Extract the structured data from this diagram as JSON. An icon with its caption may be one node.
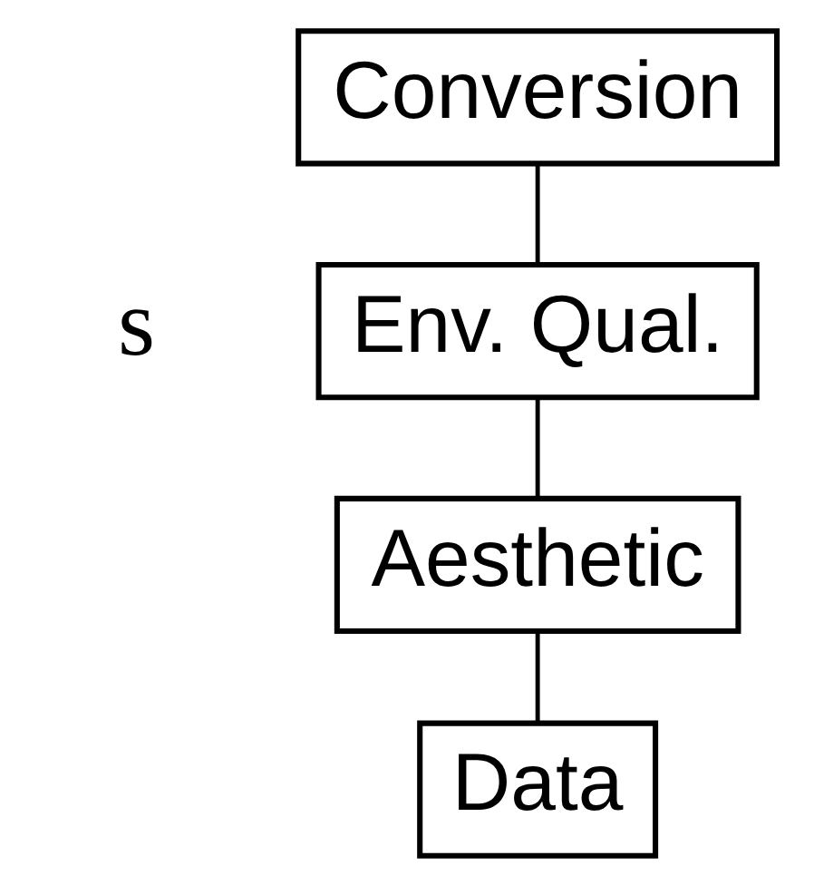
{
  "diagram": {
    "nodes": [
      {
        "text": [
          "Conversion"
        ]
      },
      {
        "text": [
          "Env. Qual."
        ]
      },
      {
        "text": [
          "Aesthetic"
        ]
      },
      {
        "text": [
          "Data"
        ]
      }
    ],
    "edges": [
      {
        "from": 0,
        "to": 1,
        "arrow": "none"
      },
      {
        "from": 1,
        "to": 2,
        "arrow": "none"
      },
      {
        "from": 2,
        "to": 3,
        "arrow": "none"
      }
    ],
    "labels": [
      "s"
    ]
  }
}
